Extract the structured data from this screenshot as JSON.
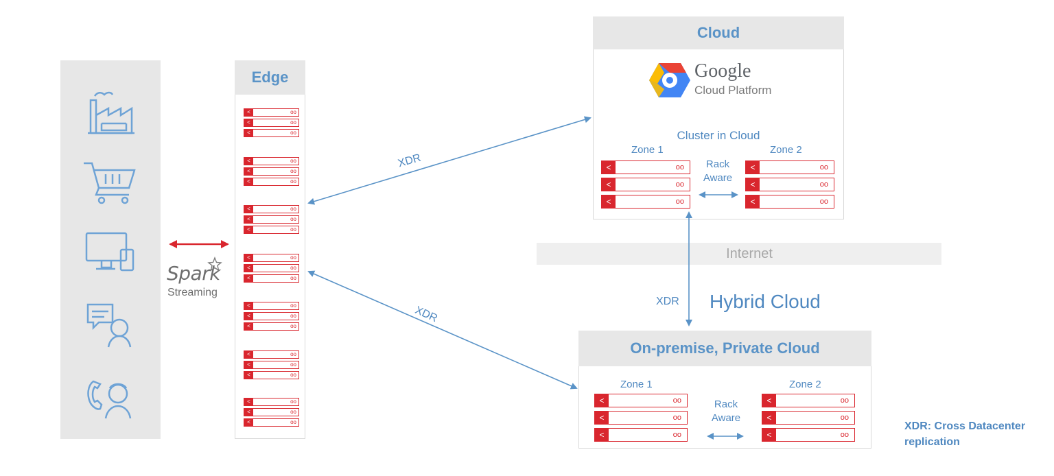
{
  "edge": {
    "title": "Edge"
  },
  "spark": {
    "logo": "Spark",
    "caption": "Streaming"
  },
  "cloud": {
    "title": "Cloud",
    "provider_name": "Google",
    "provider_product": "Cloud Platform",
    "cluster_label": "Cluster in Cloud",
    "zone1": "Zone 1",
    "zone2": "Zone 2",
    "rack_line1": "Rack",
    "rack_line2": "Aware"
  },
  "internet": "Internet",
  "hybrid_cloud": "Hybrid Cloud",
  "links": {
    "edge_cloud": "XDR",
    "edge_onprem": "XDR",
    "cloud_onprem": "XDR"
  },
  "onprem": {
    "title": "On-premise, Private Cloud",
    "zone1": "Zone 1",
    "zone2": "Zone 2",
    "rack_line1": "Rack",
    "rack_line2": "Aware"
  },
  "note": {
    "line1": "XDR: Cross Datacenter",
    "line2": "replication"
  },
  "server_unit": {
    "tag": "<",
    "status": "oo"
  },
  "icons": [
    "factory-icon",
    "shopping-cart-icon",
    "computer-devices-icon",
    "chat-support-icon",
    "call-center-icon"
  ],
  "colors": {
    "server_red": "#d9262e",
    "label_blue": "#4f88c0",
    "header_blue": "#5a93c7",
    "panel_gray": "#e7e7e7",
    "spark_arrow": "#d9262e"
  }
}
